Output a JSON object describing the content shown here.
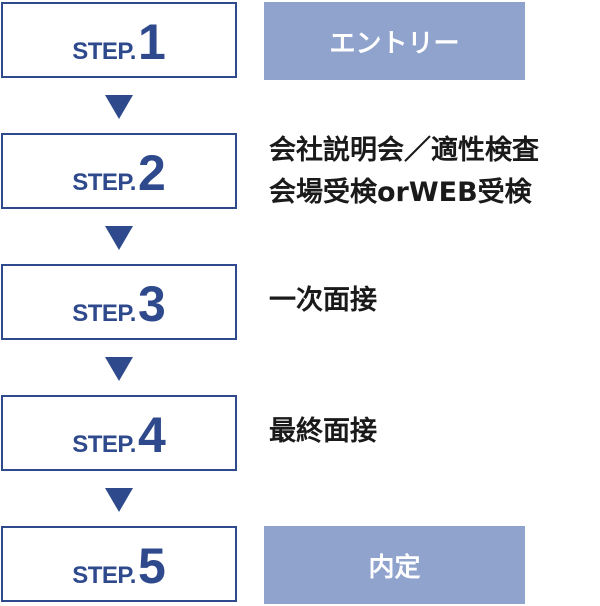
{
  "colors": {
    "primary": "#2f4a8c",
    "stage_fill": "#8fa3cd",
    "stage_fill_text": "#ffffff",
    "text": "#1a1a1a"
  },
  "steps": [
    {
      "label": "STEP.",
      "number": "1",
      "stage": "エントリー",
      "stage_line2": ""
    },
    {
      "label": "STEP.",
      "number": "2",
      "stage": "会社説明会／適性検査",
      "stage_line2": "会場受検orWEB受検"
    },
    {
      "label": "STEP.",
      "number": "3",
      "stage": "一次面接",
      "stage_line2": ""
    },
    {
      "label": "STEP.",
      "number": "4",
      "stage": "最終面接",
      "stage_line2": ""
    },
    {
      "label": "STEP.",
      "number": "5",
      "stage": "内定",
      "stage_line2": ""
    }
  ],
  "arrow_icon": "triangle-down-icon"
}
